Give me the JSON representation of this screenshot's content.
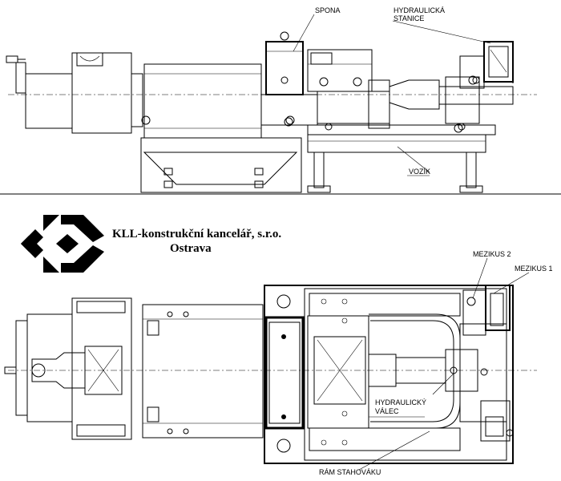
{
  "company": {
    "name": "KLL-konstrukční kancelář, s.r.o.",
    "city": "Ostrava"
  },
  "labels": {
    "spona": "SPONA",
    "hydraulic_station_1": "HYDRAULICKÁ",
    "hydraulic_station_2": "STANICE",
    "vozik": "VOZÍK",
    "mezikus2": "MEZIKUS 2",
    "mezikus1": "MEZIKUS 1",
    "hydraulic_cylinder_1": "HYDRAULICKÝ",
    "hydraulic_cylinder_2": "VÁLEC",
    "ram": "RÁM STAHOVÁKU"
  },
  "icons": {
    "logo": "kll-logo-icon"
  }
}
